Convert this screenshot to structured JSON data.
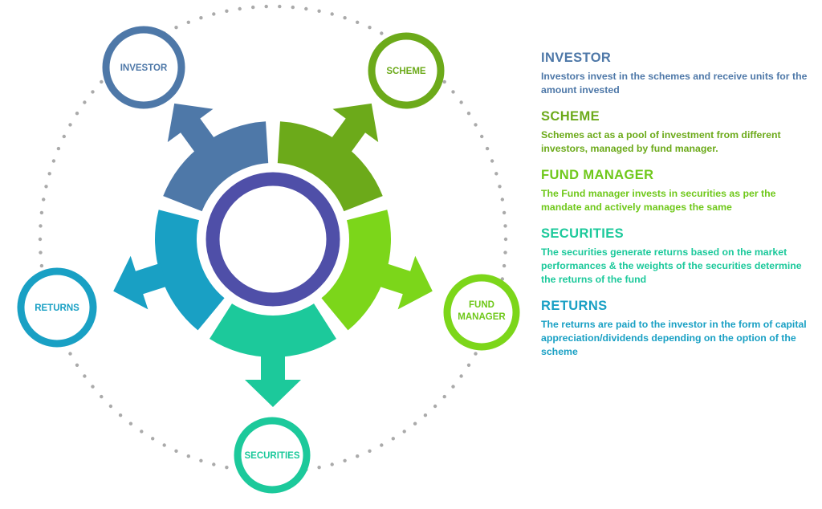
{
  "colors": {
    "investor": "#4E78A8",
    "scheme": "#6CAA1A",
    "fund_manager": "#7CD61A",
    "securities": "#1CC99B",
    "returns": "#19A0C4",
    "center_ring": "#4F4FA8",
    "dots": "#AAAAAA"
  },
  "nodes": {
    "investor": "INVESTOR",
    "scheme": "SCHEME",
    "fund_manager_line1": "FUND",
    "fund_manager_line2": "MANAGER",
    "securities": "SECURITIES",
    "returns": "RETURNS"
  },
  "legend": [
    {
      "title": "INVESTOR",
      "text": "Investors invest in the schemes and receive units for the amount invested"
    },
    {
      "title": "SCHEME",
      "text": "Schemes act as a pool of investment from different investors, managed by fund manager."
    },
    {
      "title": "FUND MANAGER",
      "text": "The Fund manager invests in securities as per the mandate and actively manages the same"
    },
    {
      "title": "SECURITIES",
      "text": "The securities generate returns based on the market performances & the weights of the securities determine the returns of the fund"
    },
    {
      "title": "RETURNS",
      "text": "The returns are paid to the investor in the form of capital appreciation/dividends depending on the option of the scheme"
    }
  ]
}
